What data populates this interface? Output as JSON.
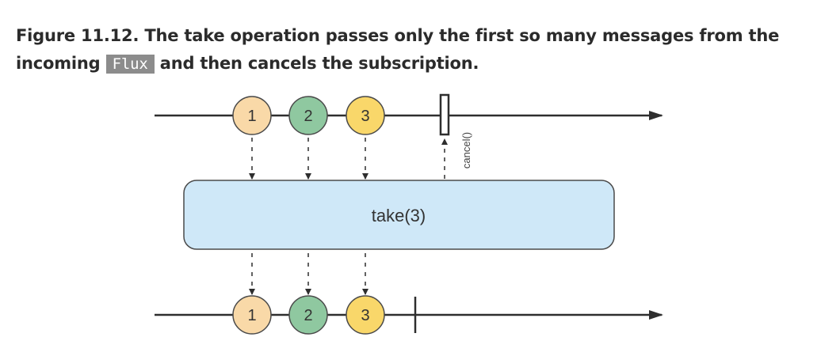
{
  "caption": {
    "before": "Figure 11.12. The take operation passes only the first so many messages from the",
    "line2_before": "incoming",
    "code": "Flux",
    "after": "and then cancels the subscription."
  },
  "diagram": {
    "operator_label": "take(3)",
    "cancel_label": "cancel()",
    "input_items": [
      "1",
      "2",
      "3"
    ],
    "output_items": [
      "1",
      "2",
      "3"
    ],
    "colors": {
      "item1": "#f9d9a8",
      "item2": "#8fc8a0",
      "item3": "#f9d76a",
      "operator_box": "#cfe8f8",
      "stroke": "#2e2e2e"
    }
  }
}
